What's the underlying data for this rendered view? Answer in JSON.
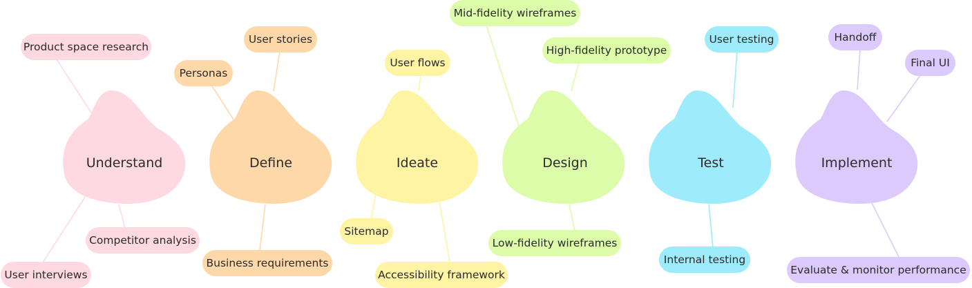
{
  "stages": [
    {
      "label": "Understand",
      "color": "#fed9e2",
      "items": [
        "Product space research",
        "Competitor analysis",
        "User interviews"
      ]
    },
    {
      "label": "Define",
      "color": "#fed8a8",
      "items": [
        "Personas",
        "User stories",
        "Business requirements"
      ]
    },
    {
      "label": "Ideate",
      "color": "#fff3a4",
      "items": [
        "User flows",
        "Sitemap",
        "Accessibility framework"
      ]
    },
    {
      "label": "Design",
      "color": "#dcfcaa",
      "items": [
        "Mid-fidelity wireframes",
        "High-fidelity prototype",
        "Low-fidelity wireframes"
      ]
    },
    {
      "label": "Test",
      "color": "#9eebfb",
      "items": [
        "User testing",
        "Internal testing"
      ]
    },
    {
      "label": "Implement",
      "color": "#dbcafb",
      "items": [
        "Handoff",
        "Final UI",
        "Evaluate & monitor performance"
      ]
    }
  ]
}
